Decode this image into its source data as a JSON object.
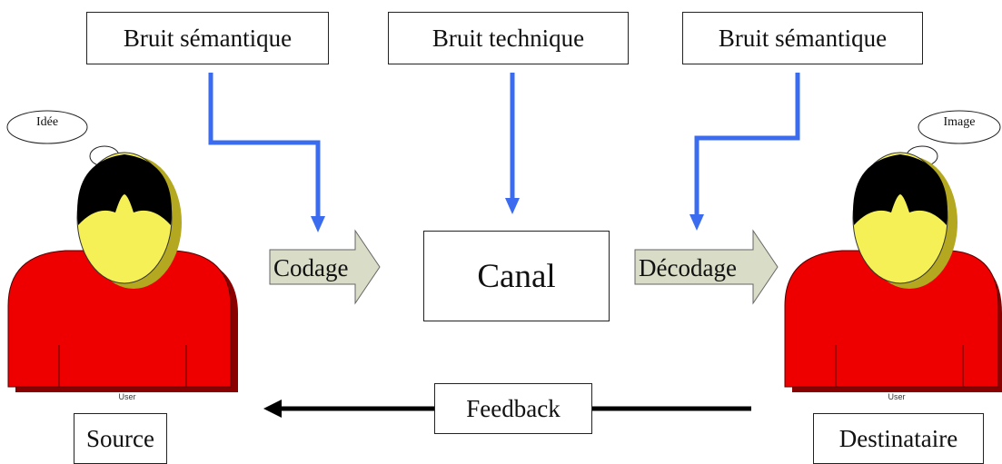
{
  "noise": {
    "semantic_left": "Bruit sémantique",
    "technical": "Bruit technique",
    "semantic_right": "Bruit sémantique"
  },
  "thoughts": {
    "source": "Idée",
    "destination": "Image"
  },
  "process": {
    "encoding": "Codage",
    "channel": "Canal",
    "decoding": "Décodage",
    "feedback": "Feedback"
  },
  "actors": {
    "source": "Source",
    "destination": "Destinataire",
    "user_caption": "User"
  },
  "colors": {
    "noise_arrow": "#3b6cf0",
    "process_arrow_fill": "#d9dcc6",
    "shirt": "#ee0000",
    "shirt_shadow": "#8a0000",
    "face": "#f5f056",
    "face_shadow": "#b4a820",
    "hair": "#000000"
  }
}
